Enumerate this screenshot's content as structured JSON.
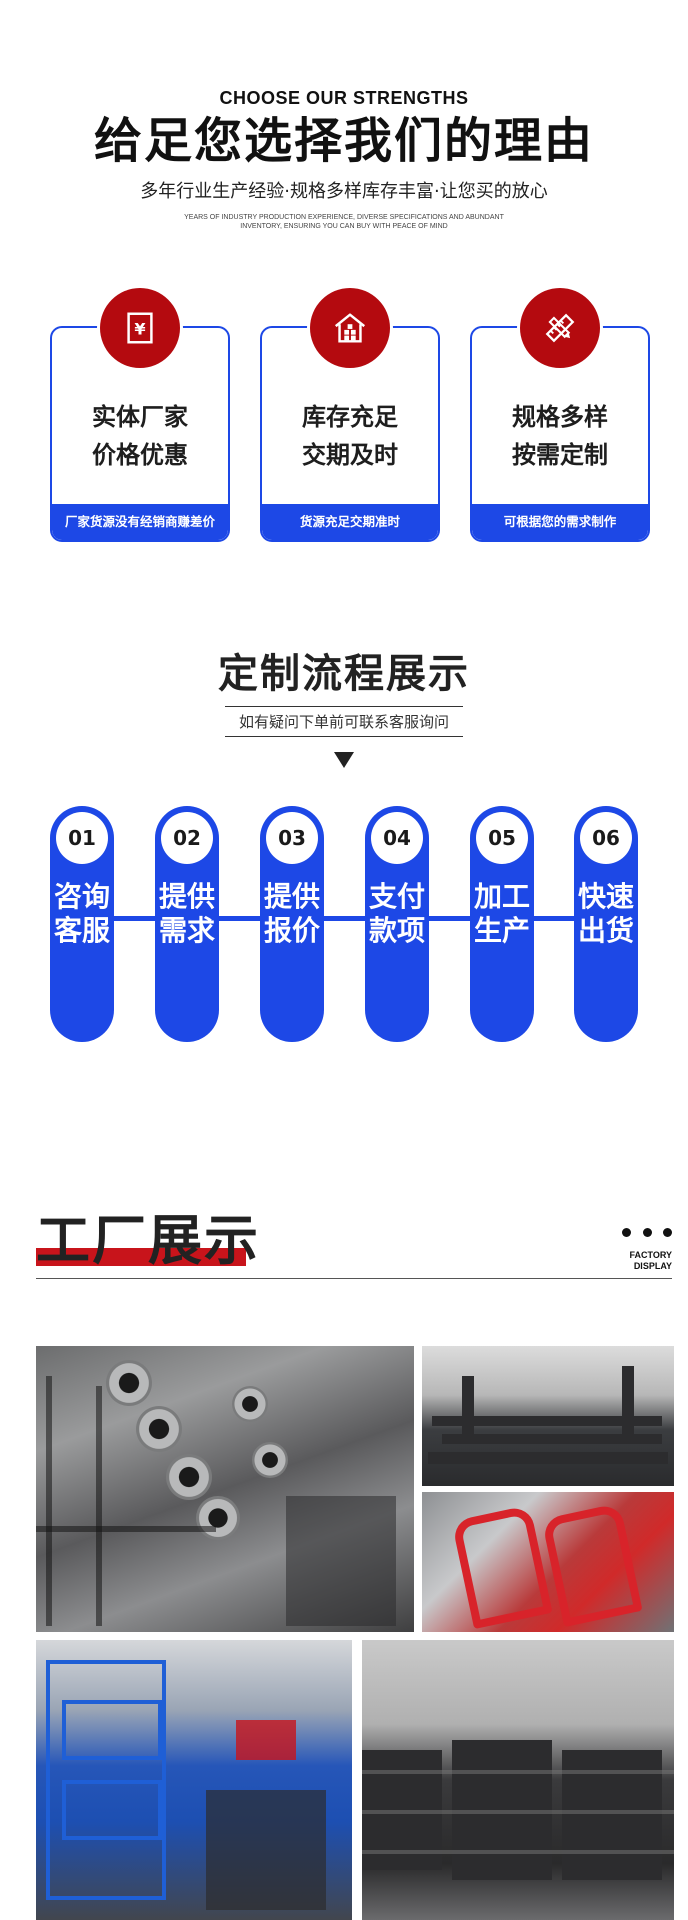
{
  "strengths": {
    "en_title": "CHOOSE OUR STRENGTHS",
    "cn_title": "给足您选择我们的理由",
    "cn_subtitle": "多年行业生产经验·规格多样库存丰富·让您买的放心",
    "en_fine_line1": "YEARS OF INDUSTRY PRODUCTION EXPERIENCE, DIVERSE SPECIFICATIONS AND ABUNDANT",
    "en_fine_line2": "INVENTORY, ENSURING YOU CAN BUY WITH PEACE OF MIND"
  },
  "cards": [
    {
      "icon": "yen-document-icon",
      "line1": "实体厂家",
      "line2": "价格优惠",
      "bar": "厂家货源没有经销商赚差价"
    },
    {
      "icon": "warehouse-icon",
      "line1": "库存充足",
      "line2": "交期及时",
      "bar": "货源充足交期准时"
    },
    {
      "icon": "ruler-pencil-icon",
      "line1": "规格多样",
      "line2": "按需定制",
      "bar": "可根据您的需求制作"
    }
  ],
  "process": {
    "title": "定制流程展示",
    "subtitle": "如有疑问下单前可联系客服询问",
    "steps": [
      {
        "num": "01",
        "text": "咨询客服"
      },
      {
        "num": "02",
        "text": "提供需求"
      },
      {
        "num": "03",
        "text": "提供报价"
      },
      {
        "num": "04",
        "text": "支付款项"
      },
      {
        "num": "05",
        "text": "加工生产"
      },
      {
        "num": "06",
        "text": "快速出货"
      }
    ]
  },
  "factory": {
    "title": "工厂展示",
    "en_line1": "FACTORY",
    "en_line2": "DISPLAY"
  },
  "colors": {
    "accent_blue": "#1d48e6",
    "accent_red": "#b40a0f",
    "underline_red": "#c8141b"
  }
}
